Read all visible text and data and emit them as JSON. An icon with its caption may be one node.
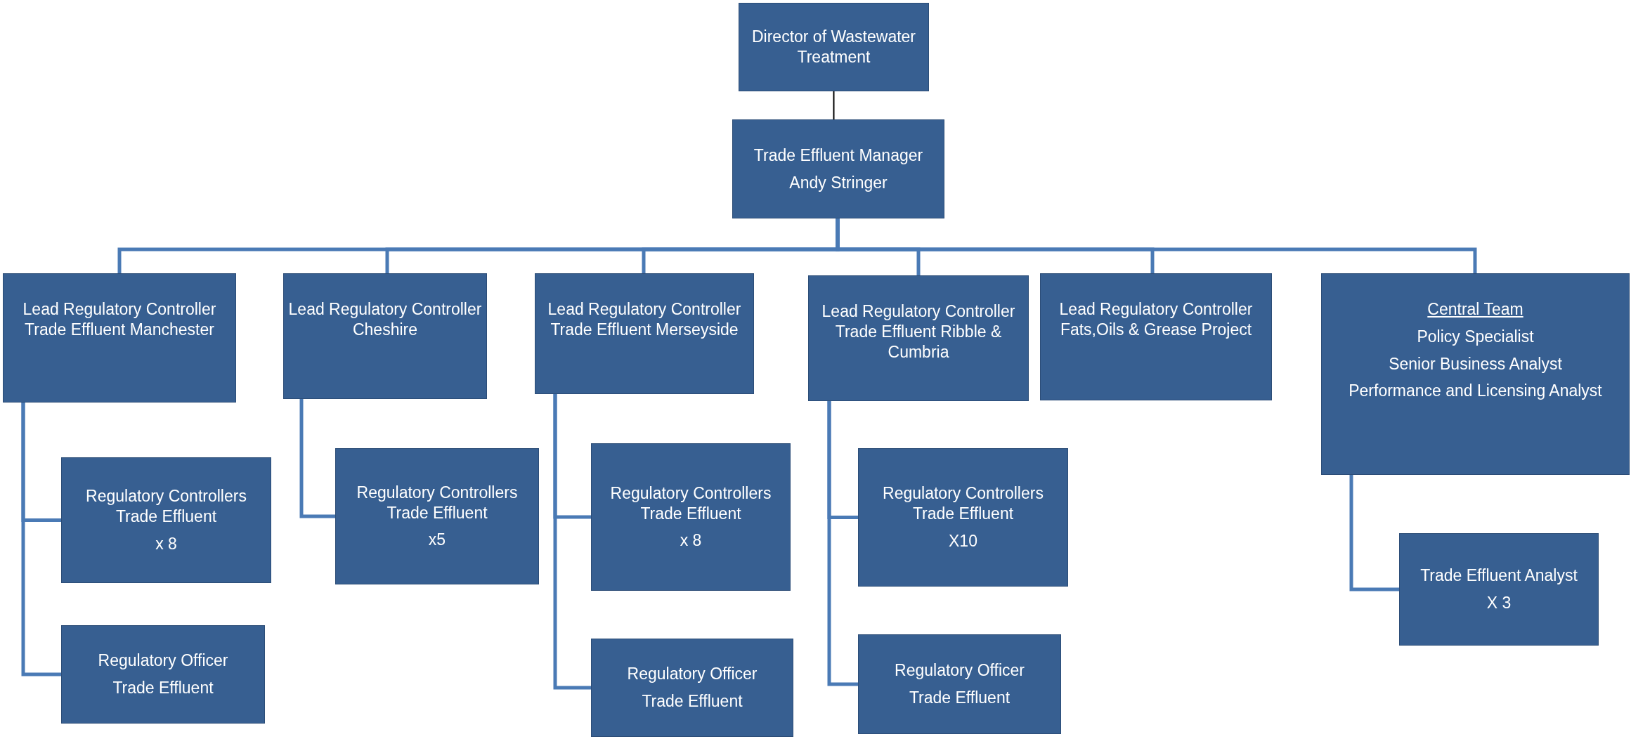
{
  "diagram": {
    "nodes": [
      {
        "text": [
          "Director of Wastewater Treatment"
        ]
      },
      {
        "text": [
          "Trade Effluent Manager",
          "Andy Stringer"
        ]
      },
      {
        "text": [
          "Lead Regulatory Controller Trade Effluent Manchester"
        ]
      },
      {
        "text": [
          "Regulatory Controllers Trade Effluent",
          "x 8"
        ]
      },
      {
        "text": [
          "Regulatory Officer",
          "Trade Effluent"
        ]
      },
      {
        "text": [
          "Lead Regulatory Controller Cheshire"
        ]
      },
      {
        "text": [
          "Regulatory Controllers Trade Effluent",
          "x5"
        ]
      },
      {
        "text": [
          "Lead Regulatory Controller Trade Effluent Merseyside"
        ]
      },
      {
        "text": [
          "Regulatory Controllers Trade Effluent",
          "x 8"
        ]
      },
      {
        "text": [
          "Regulatory Officer",
          "Trade Effluent"
        ]
      },
      {
        "text": [
          "Lead Regulatory Controller Trade Effluent Ribble & Cumbria"
        ]
      },
      {
        "text": [
          "Regulatory Controllers Trade Effluent",
          "X10"
        ]
      },
      {
        "text": [
          "Regulatory Officer",
          "Trade Effluent"
        ]
      },
      {
        "text": [
          "Lead Regulatory Controller Fats,Oils & Grease Project"
        ]
      },
      {
        "text": [
          "Central Team",
          "Policy Specialist",
          "Senior Business Analyst",
          "Performance and Licensing Analyst"
        ]
      },
      {
        "text": [
          "Trade Effluent Analyst",
          "X 3"
        ]
      }
    ],
    "edges": [
      {
        "from": 0,
        "to": 1,
        "arrow": "none",
        "color": "#000000"
      },
      {
        "from": 1,
        "to": 2,
        "arrow": "none"
      },
      {
        "from": 1,
        "to": 5,
        "arrow": "none"
      },
      {
        "from": 1,
        "to": 7,
        "arrow": "none"
      },
      {
        "from": 1,
        "to": 10,
        "arrow": "none"
      },
      {
        "from": 1,
        "to": 13,
        "arrow": "none"
      },
      {
        "from": 1,
        "to": 14,
        "arrow": "none"
      },
      {
        "from": 2,
        "to": 3,
        "arrow": "none"
      },
      {
        "from": 2,
        "to": 4,
        "arrow": "none"
      },
      {
        "from": 5,
        "to": 6,
        "arrow": "none"
      },
      {
        "from": 7,
        "to": 8,
        "arrow": "none"
      },
      {
        "from": 7,
        "to": 9,
        "arrow": "none"
      },
      {
        "from": 10,
        "to": 11,
        "arrow": "none"
      },
      {
        "from": 10,
        "to": 12,
        "arrow": "none"
      },
      {
        "from": 14,
        "to": 15,
        "arrow": "none"
      }
    ]
  }
}
